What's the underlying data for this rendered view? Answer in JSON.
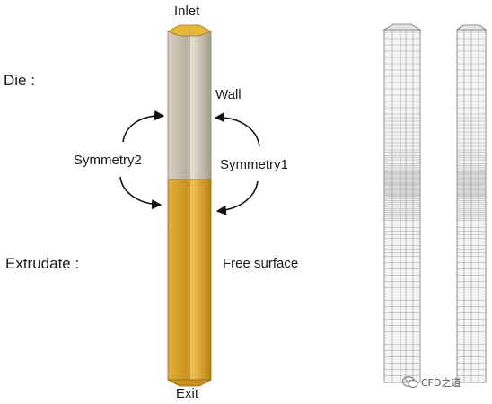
{
  "labels": {
    "die": "Die :",
    "extrudate": "Extrudate :",
    "inlet": "Inlet",
    "exit": "Exit",
    "wall": "Wall",
    "symmetry1": "Symmetry1",
    "symmetry2": "Symmetry2",
    "free_surface": "Free surface"
  },
  "watermark": {
    "text": "CFD之道",
    "icon": "wechat-logo-icon"
  },
  "colors": {
    "die_surface": "#c4bcad",
    "extrudate_surface": "#d9a52a",
    "mesh_line": "#9a9a9a",
    "text": "#1a1a1a"
  }
}
